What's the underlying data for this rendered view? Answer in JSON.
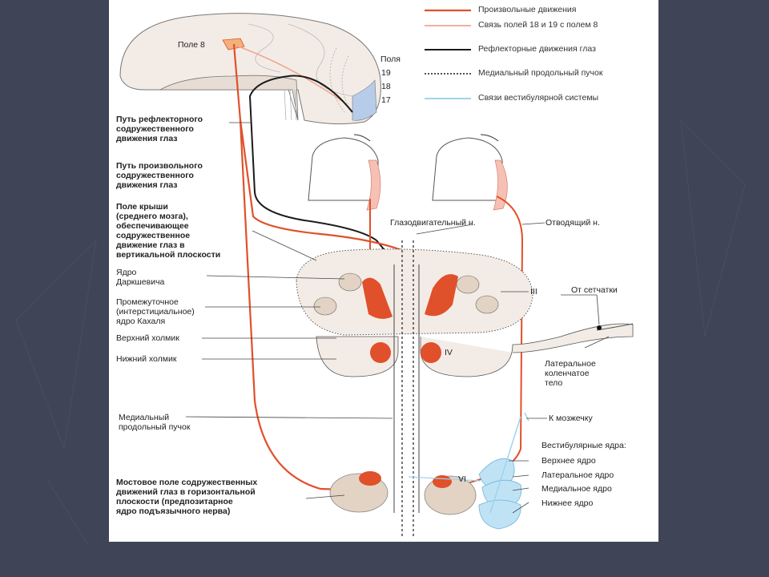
{
  "colors": {
    "background": "#3f4557",
    "panel": "#ffffff",
    "voluntary": "#e0502a",
    "association": "#f2a58f",
    "reflex": "#1a1a1a",
    "mlf": "#1a1a1a",
    "vestibular": "#9fd3ee",
    "brain_fill": "#f3ece6"
  },
  "legend": [
    {
      "text": "Произвольные движения",
      "style": "voluntary"
    },
    {
      "text": "Связь полей 18 и 19 с полем 8",
      "style": "association"
    },
    {
      "text": "Рефлекторные движения глаз",
      "style": "reflex"
    },
    {
      "text": "Медиальный продольный пучок",
      "style": "mlf"
    },
    {
      "text": "Связи вестибулярной системы",
      "style": "vestibular"
    }
  ],
  "cortex": {
    "field8": "Поле 8",
    "fields_title": "Поля",
    "f19": "19",
    "f18": "18",
    "f17": "17"
  },
  "left_labels": {
    "reflex_path": [
      "Путь рефлекторного",
      "содружественного",
      "движения глаз"
    ],
    "voluntary_path": [
      "Путь произвольного",
      "содружественного",
      "движения глаз"
    ],
    "tectum": [
      "Поле крыши",
      "(среднего мозга),",
      "обеспечивающее",
      "содружественное",
      "движение глаз в",
      "вертикальной плоскости"
    ],
    "darkshevich": [
      "Ядро",
      "Даркшевича"
    ],
    "cajal": [
      "Промежуточное",
      "(интерстициальное)",
      "ядро Кахаля"
    ],
    "sup_colliculus": "Верхний холмик",
    "inf_colliculus": "Нижний холмик",
    "mlf": [
      "Медиальный",
      "продольный пучок"
    ],
    "pontine": [
      "Мостовое поле содружественных",
      "движений глаз в горизонтальной",
      "плоскости (предпозитарное",
      "ядро подъязычного нерва)"
    ]
  },
  "right_labels": {
    "oculomotor": "Глазодвигательный н.",
    "abducens": "Отводящий н.",
    "nucleus_III": "III",
    "nucleus_IV": "IV",
    "nucleus_VI": "VI",
    "from_retina": "От сетчатки",
    "lgn": [
      "Латеральное",
      "коленчатое",
      "тело"
    ],
    "to_cerebellum": "К мозжечку",
    "vestibular_title": "Вестибулярные ядра:",
    "vest_upper": "Верхнее ядро",
    "vest_lateral": "Латеральное ядро",
    "vest_medial": "Медиальное ядро",
    "vest_lower": "Нижнее ядро"
  }
}
